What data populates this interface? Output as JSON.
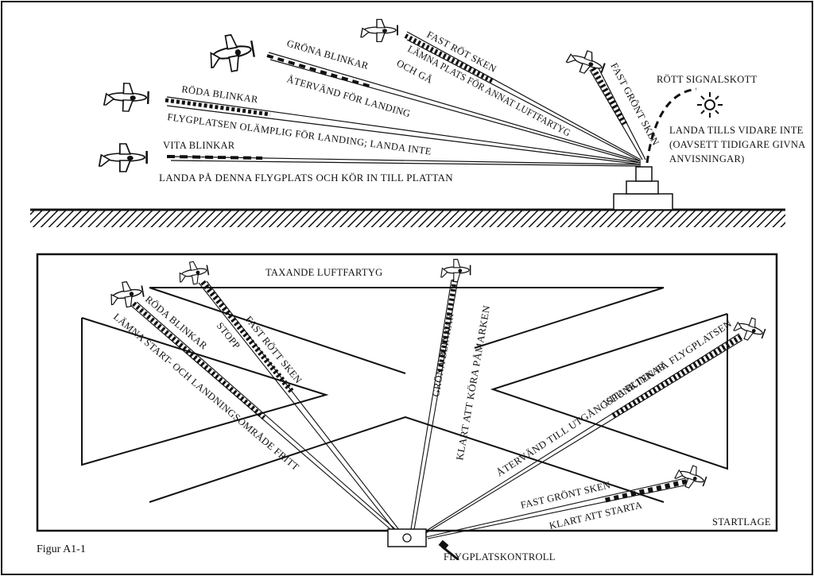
{
  "figure_label": "Figur A1-1",
  "top": {
    "signals": [
      {
        "color_name": "VITA BLINKAR",
        "meaning": "LANDA PÅ DENNA FLYGPLATS OCH KÖR IN TILL PLATTAN"
      },
      {
        "color_name": "RÖDA BLINKAR",
        "meaning": "FLYGPLATSEN OLÄMPLIG FÖR LANDING; LANDA INTE"
      },
      {
        "color_name": "GRÖNA BLINKAR",
        "meaning": "ÅTERVÄND FÖR LANDING"
      },
      {
        "color_name": "FAST RÖT SKEN",
        "meaning_1": "LÄMNA PLATS FÖR ANNAT LUFTFARTYG",
        "meaning_2": "OCH GÅ"
      },
      {
        "color_name": "FAST GRÖNT SKEN"
      }
    ],
    "flare": {
      "title": "RÖTT SIGNALSKOTT",
      "line1": "LANDA TILLS VIDARE INTE",
      "line2": "(OAVSETT TIDIGARE GIVNA",
      "line3": "ANVISNINGAR)"
    }
  },
  "bottom": {
    "taxi_label": "TAXANDE LUFTFARTYG",
    "start_label": "STARTLAGE",
    "tower_label": "FLYGPLATSKONTROLL",
    "signals": [
      {
        "color_name": "RÖDA BLINKAR",
        "meaning": "LÄMNA START- OCH LANDNINGSOMRÅDE FRITT"
      },
      {
        "color_name": "FAST RÖTT SKEN",
        "meaning": "STOPP"
      },
      {
        "color_name": "GRÖNA BLINKAR",
        "meaning": "KLART ATT KÖRA PÅMARKEN"
      },
      {
        "color_name": "VITA BLINKAR",
        "meaning": "ÅTERVÄND TILL UTGÅNGSPUNKTEN PÅ FLYGPLATSEN"
      },
      {
        "color_name": "FAST GRÖNT SKEN",
        "meaning": "KLART ATT STARTA"
      }
    ]
  }
}
